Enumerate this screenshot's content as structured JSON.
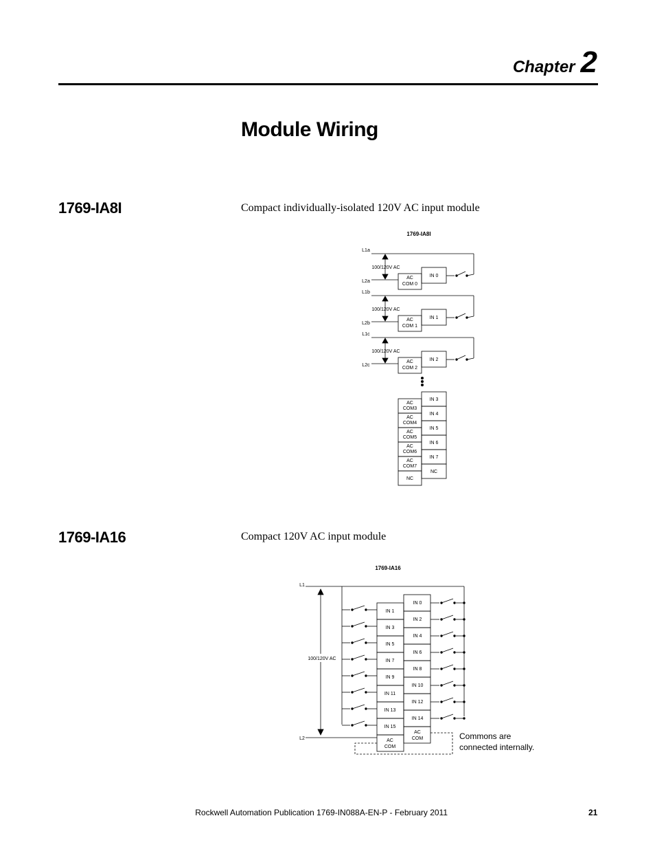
{
  "chapter": {
    "word": "Chapter",
    "number": "2"
  },
  "page_title": "Module Wiring",
  "sections": [
    {
      "heading": "1769-IA8I",
      "description": "Compact individually-isolated 120V AC input module"
    },
    {
      "heading": "1769-IA16",
      "description": "Compact 120V AC input module"
    }
  ],
  "diagram_ia8i": {
    "title": "1769-IA8I",
    "voltage": "100/120V AC",
    "line_labels": [
      "L1a",
      "L2a",
      "L1b",
      "L2b",
      "L1c",
      "L2c"
    ],
    "ac_label": "AC",
    "com_labels": [
      "COM 0",
      "COM 1",
      "COM 2"
    ],
    "inputs_top": [
      "IN 0",
      "IN 1",
      "IN 2"
    ],
    "left_column": [
      {
        "line1": "AC",
        "line2": "COM3"
      },
      {
        "line1": "AC",
        "line2": "COM4"
      },
      {
        "line1": "AC",
        "line2": "COM5"
      },
      {
        "line1": "AC",
        "line2": "COM6"
      },
      {
        "line1": "AC",
        "line2": "COM7"
      },
      {
        "line1": "NC",
        "line2": ""
      }
    ],
    "right_column": [
      "IN 3",
      "IN 4",
      "IN 5",
      "IN 6",
      "IN 7",
      "NC"
    ]
  },
  "diagram_ia16": {
    "title": "1769-IA16",
    "voltage": "100/120V AC",
    "l1": "L1",
    "l2": "L2",
    "left_terminals": [
      "IN 1",
      "IN 3",
      "IN 5",
      "IN 7",
      "IN 9",
      "IN 11",
      "IN 13",
      "IN 15"
    ],
    "right_terminals": [
      "IN 0",
      "IN 2",
      "IN 4",
      "IN 6",
      "IN 8",
      "IN 10",
      "IN 12",
      "IN 14"
    ],
    "left_com": {
      "line1": "AC",
      "line2": "COM"
    },
    "right_com": {
      "line1": "AC",
      "line2": "COM"
    },
    "note_line1": "Commons are",
    "note_line2": "connected internally."
  },
  "footer": {
    "publication": "Rockwell Automation Publication 1769-IN088A-EN-P - February 2011",
    "page_number": "21"
  }
}
